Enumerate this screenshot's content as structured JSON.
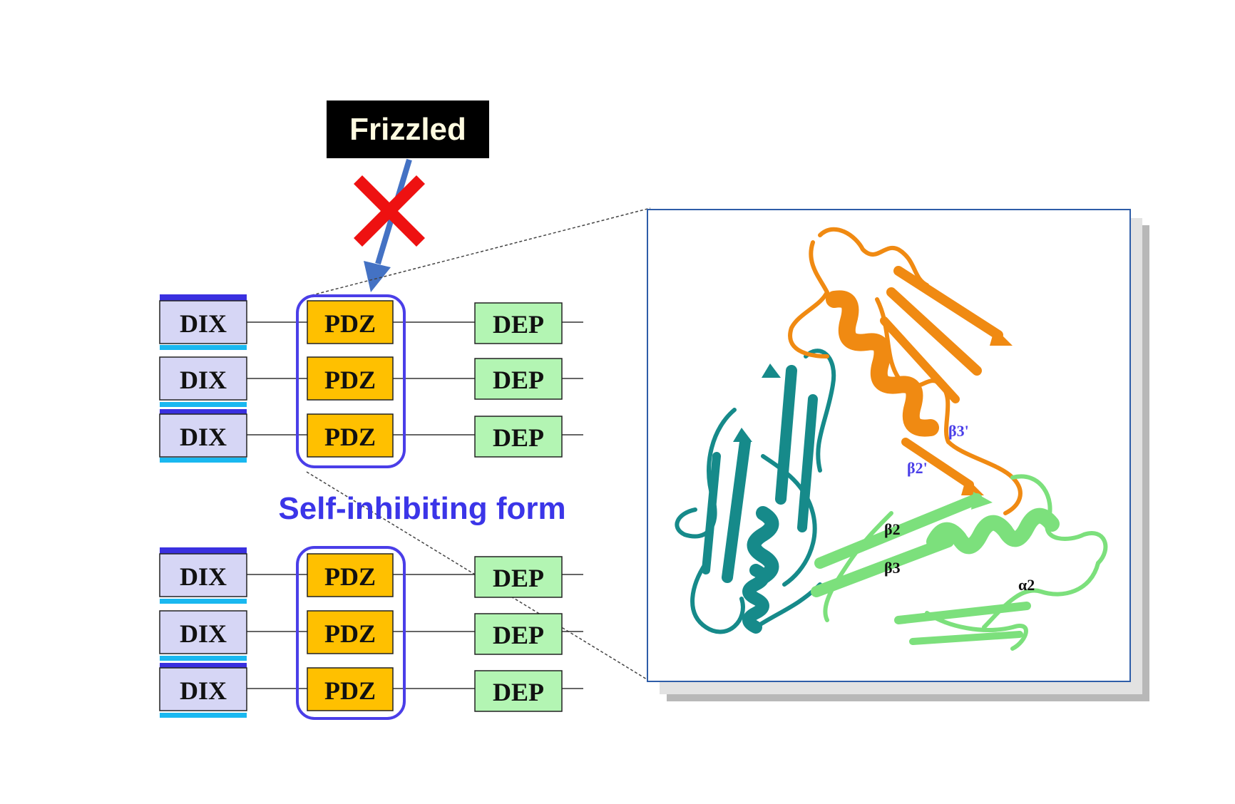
{
  "frizzled": {
    "label": "Frizzled"
  },
  "caption": {
    "text": "Self-inhibiting form"
  },
  "domains": {
    "dix": "DIX",
    "pdz": "PDZ",
    "dep": "DEP"
  },
  "structure_labels": {
    "beta3_prime": "β3'",
    "beta2_prime": "β2'",
    "beta2": "β2",
    "beta3": "β3",
    "alpha2": "α2"
  },
  "colors": {
    "dix_fill": "#d6d6f5",
    "pdz_fill": "#ffc000",
    "dep_fill": "#b3f5b3",
    "bracket_blue": "#4a3ee8",
    "caption_blue": "#3b35e8",
    "arrow_blue": "#4472c4",
    "cross_red": "#ee1111",
    "frame_border": "#2e5da8",
    "orange_chain": "#f08a12",
    "teal_chain": "#168a8a",
    "green_chain": "#7ce07c",
    "cyan_bar": "#1ab8f0",
    "navy_bar": "#3a30e0"
  }
}
